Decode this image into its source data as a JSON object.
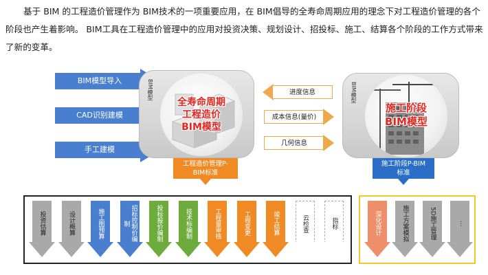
{
  "paragraph": "基于 BIM 的工程造价管理作为  BIM技术的一项重要应用，在  BIM倡导的全寿命周期应用的理念下对工程造价管理的各个阶段也产生着影响。   BIM工具在工程造价管理中的应用对投资决策、规划设计、招投标、施工、结算各个阶段的工作方式带来了新的变革。",
  "inputs": [
    "BIM模型导入",
    "CAD识别建模",
    "手工建模"
  ],
  "left_box": {
    "side_label": "BIM模型",
    "title": [
      "全寿命周期",
      "工程造价",
      "BIM模型"
    ]
  },
  "right_box": {
    "side_label": "BIM模型",
    "title": [
      "施工阶段",
      "BIM模型"
    ]
  },
  "info_flows": [
    "进度信息",
    "成本信息(量价)",
    "几何信息"
  ],
  "standards": {
    "left": [
      "工程造价管理P-",
      "BIM标准"
    ],
    "right": [
      "施工阶段P-BIM",
      "标准"
    ]
  },
  "colors": {
    "blue": "#4a7fcf",
    "orange": "#f08a24",
    "red": "#e5251f",
    "green": "#6cab3c",
    "gray": "#a9a9a9",
    "pink": "#ef8f6a"
  },
  "left_steps": [
    {
      "label": "投资估算",
      "color": "gray"
    },
    {
      "label": "设计概算",
      "color": "gray"
    },
    {
      "label": "施工图预算",
      "color": "blue"
    },
    {
      "label": "招标控制价编制",
      "color": "blue"
    },
    {
      "label": "投标报价编制",
      "color": "green"
    },
    {
      "label": "技术标编制",
      "color": "green"
    },
    {
      "label": "工程量审核",
      "color": "orange"
    },
    {
      "label": "工程变更",
      "color": "orange"
    },
    {
      "label": "竣工结算",
      "color": "orange"
    },
    {
      "label": "云检查",
      "color": "dashed"
    },
    {
      "label": "指标",
      "color": "dashed"
    }
  ],
  "right_steps": [
    {
      "label": "深化设计",
      "color": "pink"
    },
    {
      "label": "施工方案模拟",
      "color": "gray"
    },
    {
      "label": "5D施工管理",
      "color": "gray"
    },
    {
      "label": "···",
      "color": "gray"
    }
  ]
}
